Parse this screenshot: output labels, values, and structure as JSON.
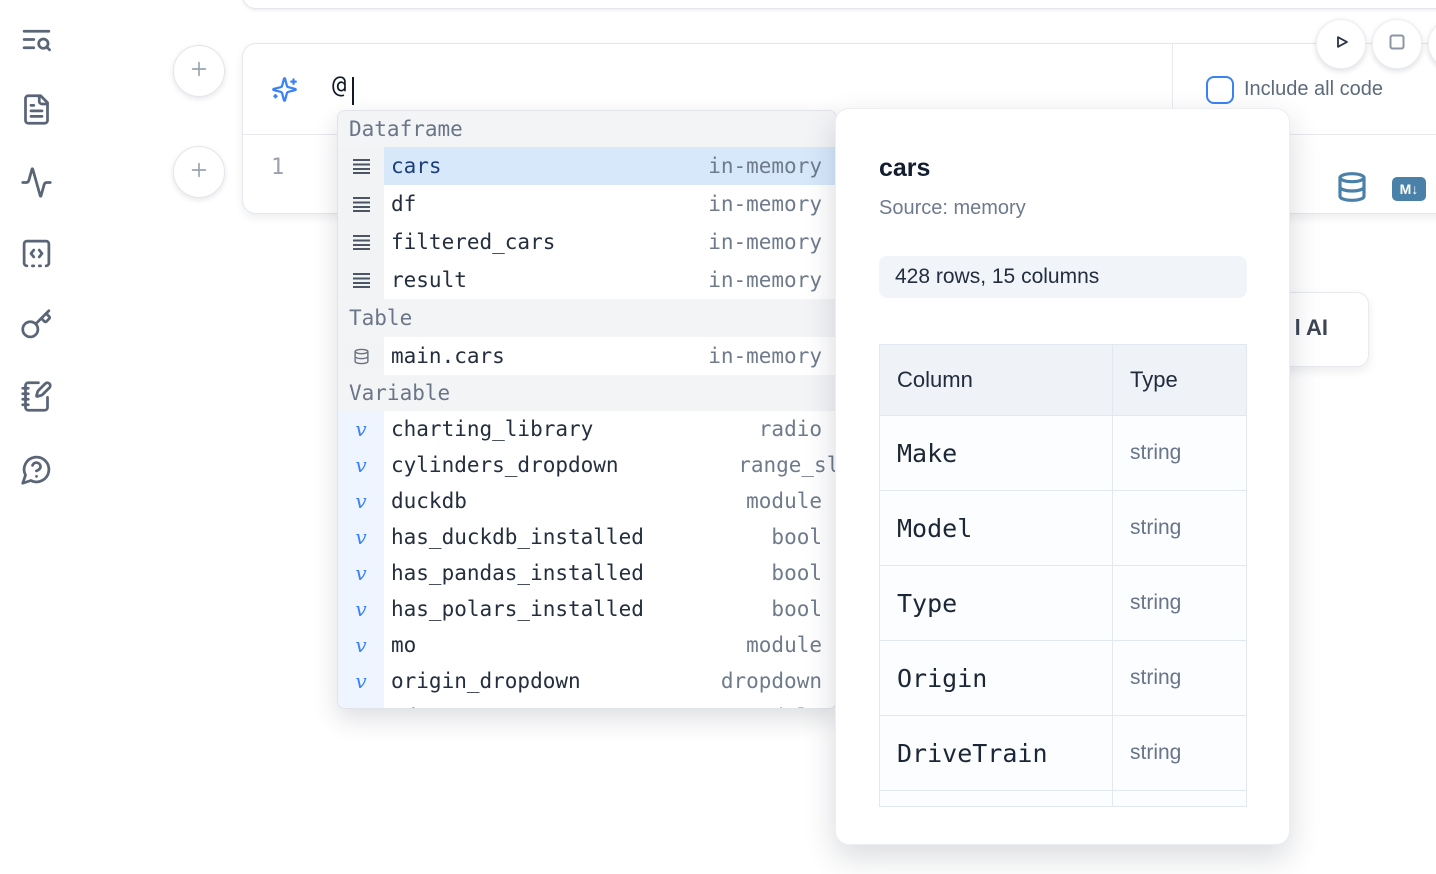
{
  "colors": {
    "accent_blue": "#3b82f6",
    "steel_blue": "#4a81a8",
    "selection_bg": "#d7e8fb",
    "panel_badge_bg": "#f1f5f9"
  },
  "sidebar": {
    "icons": [
      "text-search-icon",
      "file-text-icon",
      "activity-icon",
      "snippets-code-icon",
      "key-icon",
      "notebook-pen-icon",
      "help-chat-icon"
    ]
  },
  "cell": {
    "ai_input": {
      "value": "@",
      "icon": "sparkles-icon"
    },
    "include_all_code_label": "Include all code",
    "line_number": "1",
    "markdown_badge": "M↓",
    "run_button": "play-icon",
    "stop_button": "stop-icon"
  },
  "overlay_button": {
    "label": "l AI"
  },
  "autocomplete": {
    "sections": [
      {
        "label": "Dataframe",
        "items": [
          {
            "name": "cars",
            "meta": "in-memory",
            "selected": true
          },
          {
            "name": "df",
            "meta": "in-memory"
          },
          {
            "name": "filtered_cars",
            "meta": "in-memory"
          },
          {
            "name": "result",
            "meta": "in-memory"
          }
        ]
      },
      {
        "label": "Table",
        "items": [
          {
            "name": "main.cars",
            "meta": "in-memory"
          }
        ]
      },
      {
        "label": "Variable",
        "items": [
          {
            "name": "charting_library",
            "meta": "radio"
          },
          {
            "name": "cylinders_dropdown",
            "meta": "range_sli"
          },
          {
            "name": "duckdb",
            "meta": "module"
          },
          {
            "name": "has_duckdb_installed",
            "meta": "bool"
          },
          {
            "name": "has_pandas_installed",
            "meta": "bool"
          },
          {
            "name": "has_polars_installed",
            "meta": "bool"
          },
          {
            "name": "mo",
            "meta": "module"
          },
          {
            "name": "origin_dropdown",
            "meta": "dropdown"
          },
          {
            "name": "pd",
            "meta": "module"
          }
        ]
      }
    ]
  },
  "preview": {
    "title": "cars",
    "source": "Source: memory",
    "shape_badge": "428 rows, 15 columns",
    "table": {
      "headers": [
        "Column",
        "Type"
      ],
      "rows": [
        [
          "Make",
          "string"
        ],
        [
          "Model",
          "string"
        ],
        [
          "Type",
          "string"
        ],
        [
          "Origin",
          "string"
        ],
        [
          "DriveTrain",
          "string"
        ],
        [
          "",
          ""
        ]
      ]
    }
  }
}
